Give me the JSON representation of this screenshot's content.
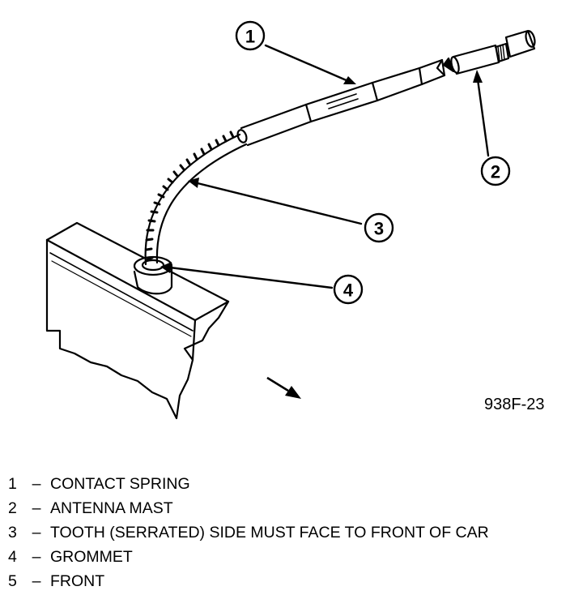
{
  "figure_id": "938F-23",
  "callouts": [
    {
      "number": "1",
      "label": "CONTACT SPRING"
    },
    {
      "number": "2",
      "label": "ANTENNA MAST"
    },
    {
      "number": "3",
      "label": "TOOTH (SERRATED) SIDE MUST FACE TO FRONT OF CAR"
    },
    {
      "number": "4",
      "label": "GROMMET"
    },
    {
      "number": "5",
      "label": "FRONT"
    }
  ],
  "legend_separator": "–"
}
